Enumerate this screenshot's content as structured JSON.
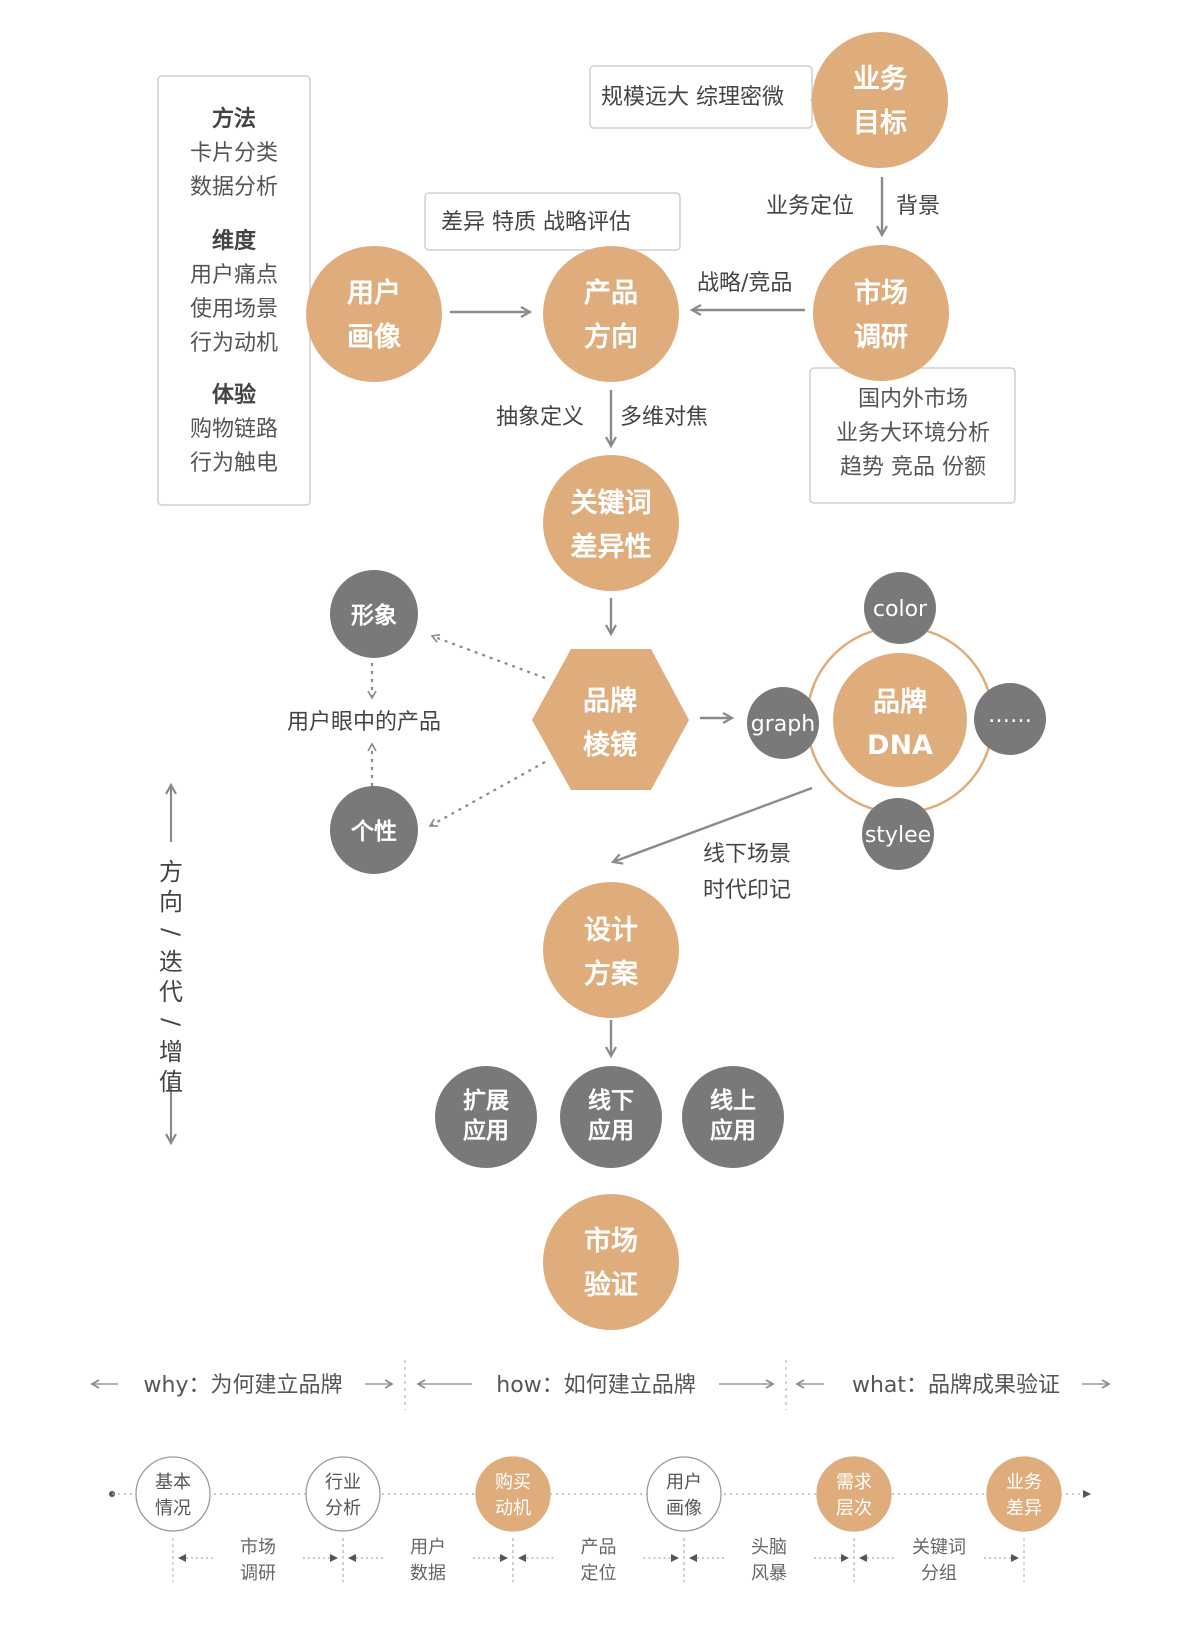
{
  "colors": {
    "orange": "#dfac7c",
    "gray": "#7a7879",
    "line": "#8a8a8a",
    "border": "#c8c8c8"
  },
  "nodes": {
    "business_goal": [
      "业务",
      "目标"
    ],
    "market_research": [
      "市场",
      "调研"
    ],
    "user_persona": [
      "用户",
      "画像"
    ],
    "product_direction": [
      "产品",
      "方向"
    ],
    "keywords": [
      "关键词",
      "差异性"
    ],
    "brand_prism": [
      "品牌",
      "棱镜"
    ],
    "brand_dna": [
      "品牌",
      "DNA"
    ],
    "design_plan": [
      "设计",
      "方案"
    ],
    "market_validation": [
      "市场",
      "验证"
    ]
  },
  "prism_nodes": {
    "image": "形象",
    "personality": "个性",
    "center_label": "用户眼中的产品"
  },
  "dna_satellites": {
    "top": "color",
    "left": "graph",
    "right": "……",
    "bottom": "stylee"
  },
  "applications": [
    [
      "扩展",
      "应用"
    ],
    [
      "线下",
      "应用"
    ],
    [
      "线上",
      "应用"
    ]
  ],
  "boxes": {
    "scale": "规模远大 综理密微",
    "diff": "差异 特质 战略评估",
    "market": [
      "国内外市场",
      "业务大环境分析",
      "趋势 竞品 份额"
    ],
    "methods": [
      {
        "title": "方法",
        "lines": [
          "卡片分类",
          "数据分析"
        ]
      },
      {
        "title": "维度",
        "lines": [
          "用户痛点",
          "使用场景",
          "行为动机"
        ]
      },
      {
        "title": "体验",
        "lines": [
          "购物链路",
          "行为触电"
        ]
      }
    ]
  },
  "edge_labels": {
    "positioning": "业务定位",
    "background": "背景",
    "strategy": "战略/竞品",
    "abstract": "抽象定义",
    "multi_focus": "多维对焦",
    "offline_scene": "线下场景",
    "era_mark": "时代印记"
  },
  "side_label": [
    "方",
    "向",
    "/",
    "迭",
    "代",
    "/",
    "增",
    "值"
  ],
  "phases": [
    "why：为何建立品牌",
    "how：如何建立品牌",
    "what：品牌成果验证"
  ],
  "timeline": {
    "nodes": [
      {
        "lines": [
          "基本",
          "情况"
        ],
        "filled": false
      },
      {
        "lines": [
          "行业",
          "分析"
        ],
        "filled": false
      },
      {
        "lines": [
          "购买",
          "动机"
        ],
        "filled": true
      },
      {
        "lines": [
          "用户",
          "画像"
        ],
        "filled": false
      },
      {
        "lines": [
          "需求",
          "层次"
        ],
        "filled": true
      },
      {
        "lines": [
          "业务",
          "差异"
        ],
        "filled": true
      }
    ],
    "labels": [
      [
        "市场",
        "调研"
      ],
      [
        "用户",
        "数据"
      ],
      [
        "产品",
        "定位"
      ],
      [
        "头脑",
        "风暴"
      ],
      [
        "关键词",
        "分组"
      ]
    ]
  }
}
